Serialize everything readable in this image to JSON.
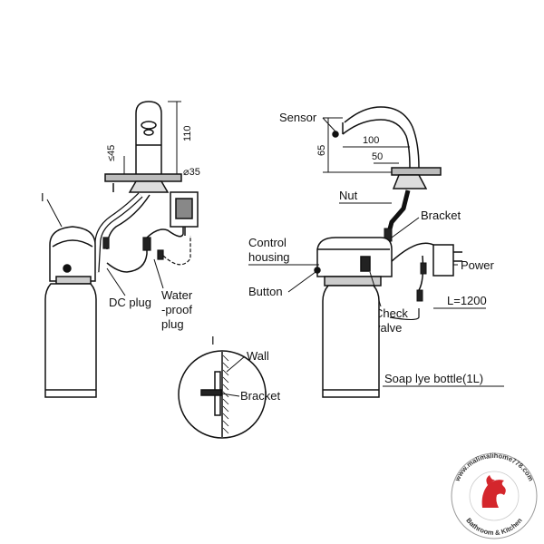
{
  "labels": {
    "sensor": "Sensor",
    "nut": "Nut",
    "bracket_top": "Bracket",
    "control_housing_1": "Control",
    "control_housing_2": "housing",
    "power": "Power",
    "button": "Button",
    "check_valve_1": "Check",
    "check_valve_2": "valve",
    "length": "L=1200",
    "soap_bottle": "Soap lye bottle(1L)",
    "dc_plug": "DC plug",
    "waterproof_1": "Water",
    "waterproof_2": "-proof",
    "waterproof_3": "plug",
    "wall": "Wall",
    "bracket_detail": "Bracket",
    "detail_marker_main": "I",
    "detail_marker_circle": "I"
  },
  "dimensions": {
    "height_110": "110",
    "angle_45": "≤45",
    "diameter_35": "⌀35",
    "height_65": "65",
    "reach_100": "100",
    "reach_50": "50"
  },
  "watermark": {
    "url_text": "www.malimalihome778.com",
    "sub_text": "Bathroom & Kitchen"
  },
  "colors": {
    "line": "#111111",
    "logo_red": "#d4262c"
  }
}
